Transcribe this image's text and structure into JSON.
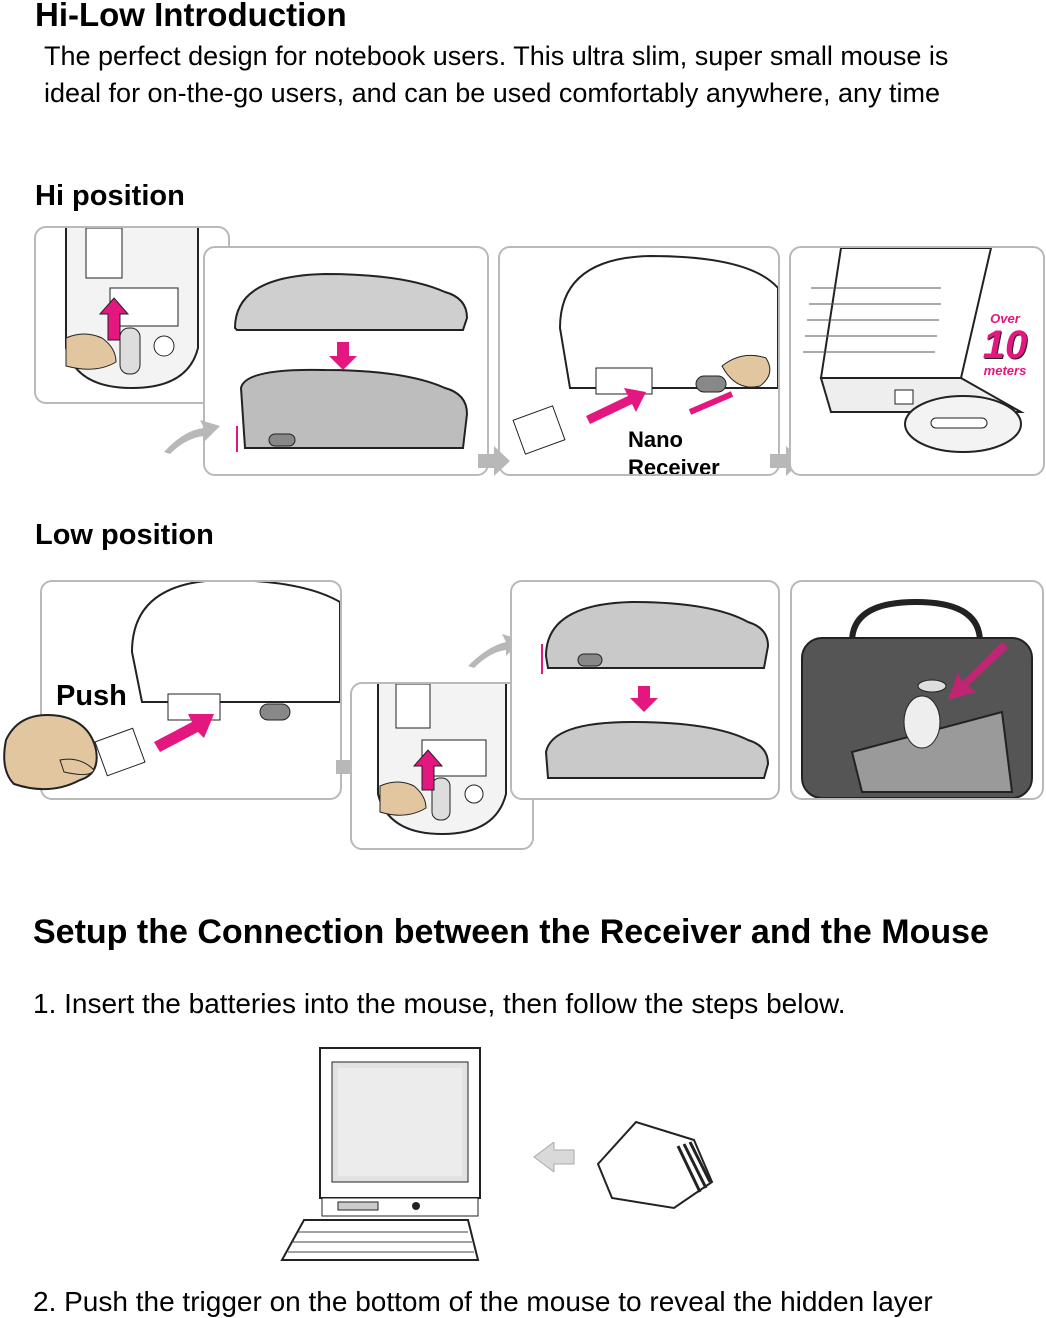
{
  "intro": {
    "title": "Hi-Low Introduction",
    "text": "The perfect design for notebook users. This ultra slim, super small mouse is ideal for on-the-go users, and can be used comfortably anywhere, any time"
  },
  "hi_position": {
    "heading": "Hi position",
    "receiver_label_line1": "Nano",
    "receiver_label_line2": "Receiver",
    "badge_top": "Over",
    "badge_number": "10",
    "badge_bottom": "meters"
  },
  "low_position": {
    "heading": "Low position",
    "push_label": "Push"
  },
  "setup": {
    "heading": "Setup the Connection between the Receiver and the Mouse",
    "step1": "1. Insert the batteries into the mouse, then follow the steps below.",
    "step2": "2. Push the trigger on the bottom of the mouse to reveal the hidden layer"
  },
  "colors": {
    "accent": "#e4167f",
    "flow_arrow": "#b8b8b8",
    "panel_border": "#b9b9b9"
  }
}
